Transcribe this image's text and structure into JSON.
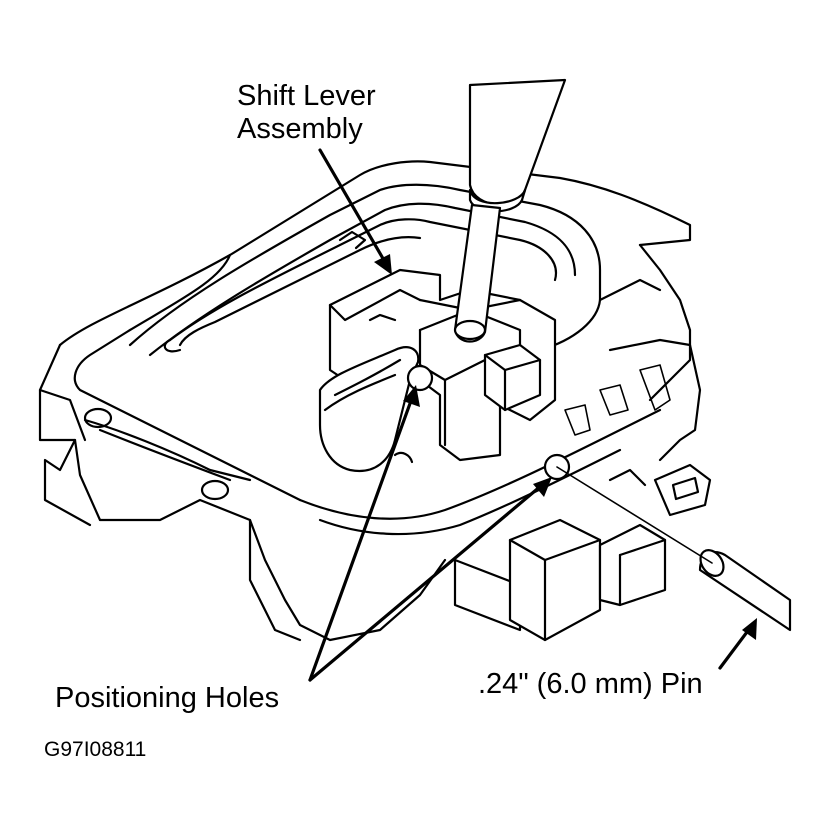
{
  "labels": {
    "shift_lever_line1": "Shift Lever",
    "shift_lever_line2": "Assembly",
    "positioning_holes": "Positioning Holes",
    "pin": ".24\" (6.0 mm) Pin",
    "figure_id": "G97I08811"
  }
}
